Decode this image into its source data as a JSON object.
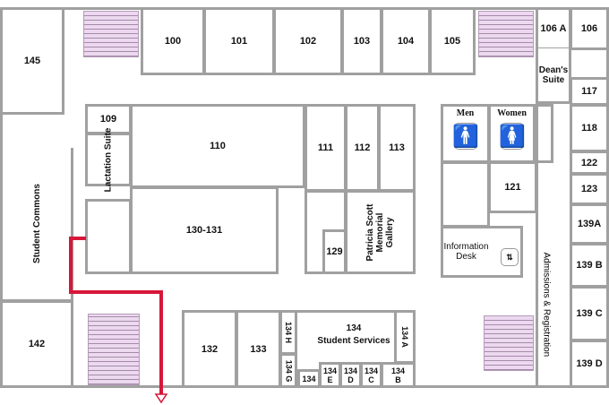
{
  "rooms": {
    "r145": "145",
    "r100": "100",
    "r101": "101",
    "r102": "102",
    "r103": "103",
    "r104": "104",
    "r105": "105",
    "r106a": "106 A",
    "r106": "106",
    "deans": "Dean's Suite",
    "r117": "117",
    "r118": "118",
    "r122": "122",
    "r123": "123",
    "r139a": "139A",
    "r139b": "139 B",
    "r139c": "139 C",
    "r139d": "139 D",
    "r109": "109",
    "lactation": "Lactation Suite",
    "r110": "110",
    "r130": "130-131",
    "r111": "111",
    "r112": "112",
    "r113": "113",
    "gallery": "Patricia Scott Memorial Gallery",
    "r129": "129",
    "men": "Men",
    "women": "Women",
    "r121": "121",
    "info": "Information Desk",
    "admissions": "Admissions & Registration",
    "commons": "Student Commons",
    "r142": "142",
    "r132": "132",
    "r133": "133",
    "r134": "134",
    "student_services": "Student Services",
    "r134a": "134 A",
    "r134h": "134 H",
    "r134g": "134 G",
    "r134sm": "134",
    "r134e": "134 E",
    "r134d": "134 D",
    "r134c": "134 C",
    "r134b": "134 B"
  },
  "colors": {
    "route": "#d6173a",
    "stairs": "#ecd9ef",
    "walls": "#a0a0a0"
  }
}
